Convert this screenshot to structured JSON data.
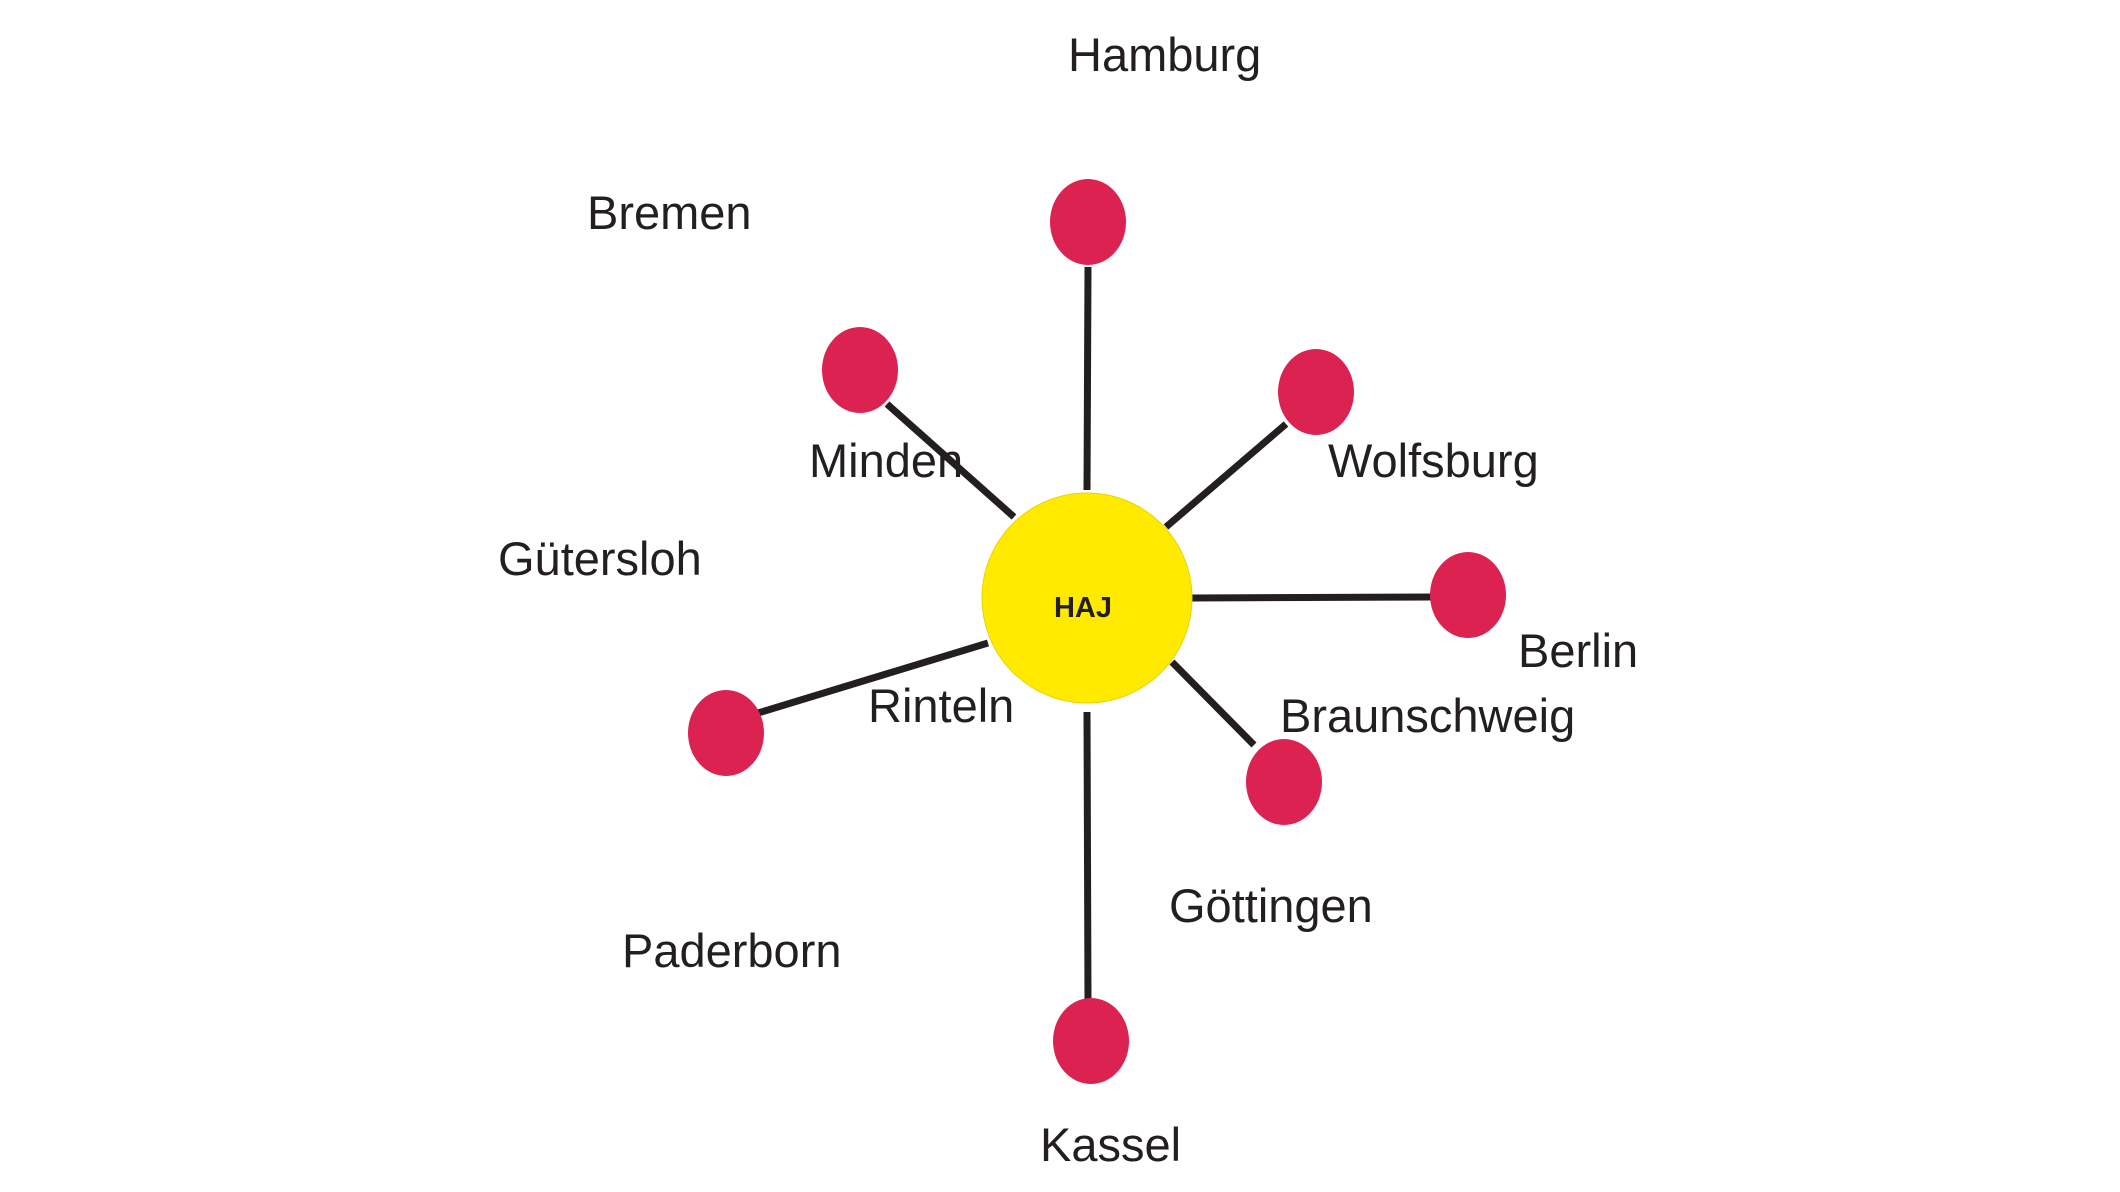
{
  "hub": {
    "label": "HAJ",
    "color": "#ffea00"
  },
  "destination_color": "#dc2250",
  "line_color": "#231f20",
  "destinations": [
    "Hamburg",
    "Wolfsburg",
    "Berlin",
    "Braunschweig",
    "Kassel",
    "Rinteln",
    "Minden"
  ],
  "labels": [
    "Hamburg",
    "Bremen",
    "Minden",
    "Wolfsburg",
    "Gütersloh",
    "Berlin",
    "Rinteln",
    "Braunschweig",
    "Göttingen",
    "Paderborn",
    "Kassel"
  ]
}
